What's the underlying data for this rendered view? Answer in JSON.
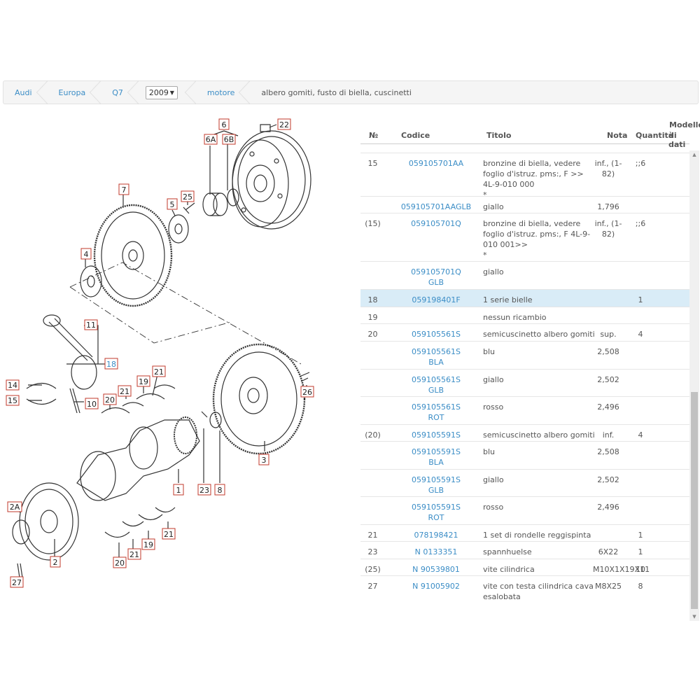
{
  "breadcrumb": {
    "items": [
      "Audi",
      "Europa",
      "Q7"
    ],
    "year": "2009",
    "year_arrow": "▼",
    "section": "motore",
    "current": "albero gomiti, fusto di biella, cuscinetti"
  },
  "diagram": {
    "callouts": [
      "6",
      "6A",
      "6B",
      "22",
      "7",
      "25",
      "5",
      "4",
      "11",
      "18",
      "14",
      "15",
      "10",
      "21",
      "21",
      "19",
      "20",
      "26",
      "23",
      "8",
      "3",
      "1",
      "2A",
      "2",
      "27",
      "19",
      "21",
      "20",
      "21"
    ]
  },
  "table": {
    "headers": {
      "no": "№",
      "code": "Codice",
      "title": "Titolo",
      "nota": "Nota",
      "qty": "Quantità",
      "extra1": "Modello",
      "extra2": "di dati"
    },
    "rows": [
      {
        "no": "15",
        "code": "059105701AA",
        "title": "bronzine di biella, vedere foglio d'istruz. pms:, F >> 4L-9-010 000\n*",
        "nota": "inf., (1-\n82)",
        "qty": ";;6",
        "h": 62
      },
      {
        "no": "",
        "code": "059105701AAGLB",
        "title": "giallo",
        "nota": "1,796",
        "qty": "",
        "h": 24
      },
      {
        "no": "(15)",
        "code": "059105701Q",
        "title": "bronzine di biella, vedere foglio d'istruz. pms:, F 4L-9-010 001>>\n*",
        "nota": "inf., (1-\n82)",
        "qty": ";;6",
        "h": 69
      },
      {
        "no": "",
        "code": "059105701Q\nGLB",
        "title": "giallo",
        "nota": "",
        "qty": "",
        "h": 40
      },
      {
        "no": "18",
        "code": "059198401F",
        "title": "1 serie bielle",
        "nota": "",
        "qty": "1",
        "h": 25,
        "highlight": true
      },
      {
        "no": "19",
        "code": "",
        "title": "nessun ricambio",
        "nota": "",
        "qty": "",
        "h": 24
      },
      {
        "no": "20",
        "code": "059105561S",
        "title": "semicuscinetto albero gomiti",
        "nota": "sup.",
        "qty": "4",
        "h": 25
      },
      {
        "no": "",
        "code": "059105561S\nBLA",
        "title": "blu",
        "nota": "2,508",
        "qty": "",
        "h": 40
      },
      {
        "no": "",
        "code": "059105561S\nGLB",
        "title": "giallo",
        "nota": "2,502",
        "qty": "",
        "h": 39
      },
      {
        "no": "",
        "code": "059105561S\nROT",
        "title": "rosso",
        "nota": "2,496",
        "qty": "",
        "h": 40
      },
      {
        "no": "(20)",
        "code": "059105591S",
        "title": "semicuscinetto albero gomiti",
        "nota": "inf.",
        "qty": "4",
        "h": 24
      },
      {
        "no": "",
        "code": "059105591S\nBLA",
        "title": "blu",
        "nota": "2,508",
        "qty": "",
        "h": 40
      },
      {
        "no": "",
        "code": "059105591S\nGLB",
        "title": "giallo",
        "nota": "2,502",
        "qty": "",
        "h": 39
      },
      {
        "no": "",
        "code": "059105591S\nROT",
        "title": "rosso",
        "nota": "2,496",
        "qty": "",
        "h": 40
      },
      {
        "no": "21",
        "code": "078198421",
        "title": "1 set di rondelle reggispinta",
        "nota": "",
        "qty": "1",
        "h": 24
      },
      {
        "no": "23",
        "code": "N 0133351",
        "title": "spannhuelse",
        "nota": "6X22",
        "qty": "1",
        "h": 25
      },
      {
        "no": "(25)",
        "code": "N 90539801",
        "title": "vite cilindrica",
        "nota": "M10X1X19X11",
        "qty": "10",
        "h": 24
      },
      {
        "no": "27",
        "code": "N 91005902",
        "title": "vite con testa cilindrica cava esalobata",
        "nota": "M8X25",
        "qty": "8",
        "h": 56
      }
    ]
  },
  "colors": {
    "link": "#3b8dc6",
    "highlight": "#d9ecf7",
    "callout_border": "#c0392b"
  }
}
